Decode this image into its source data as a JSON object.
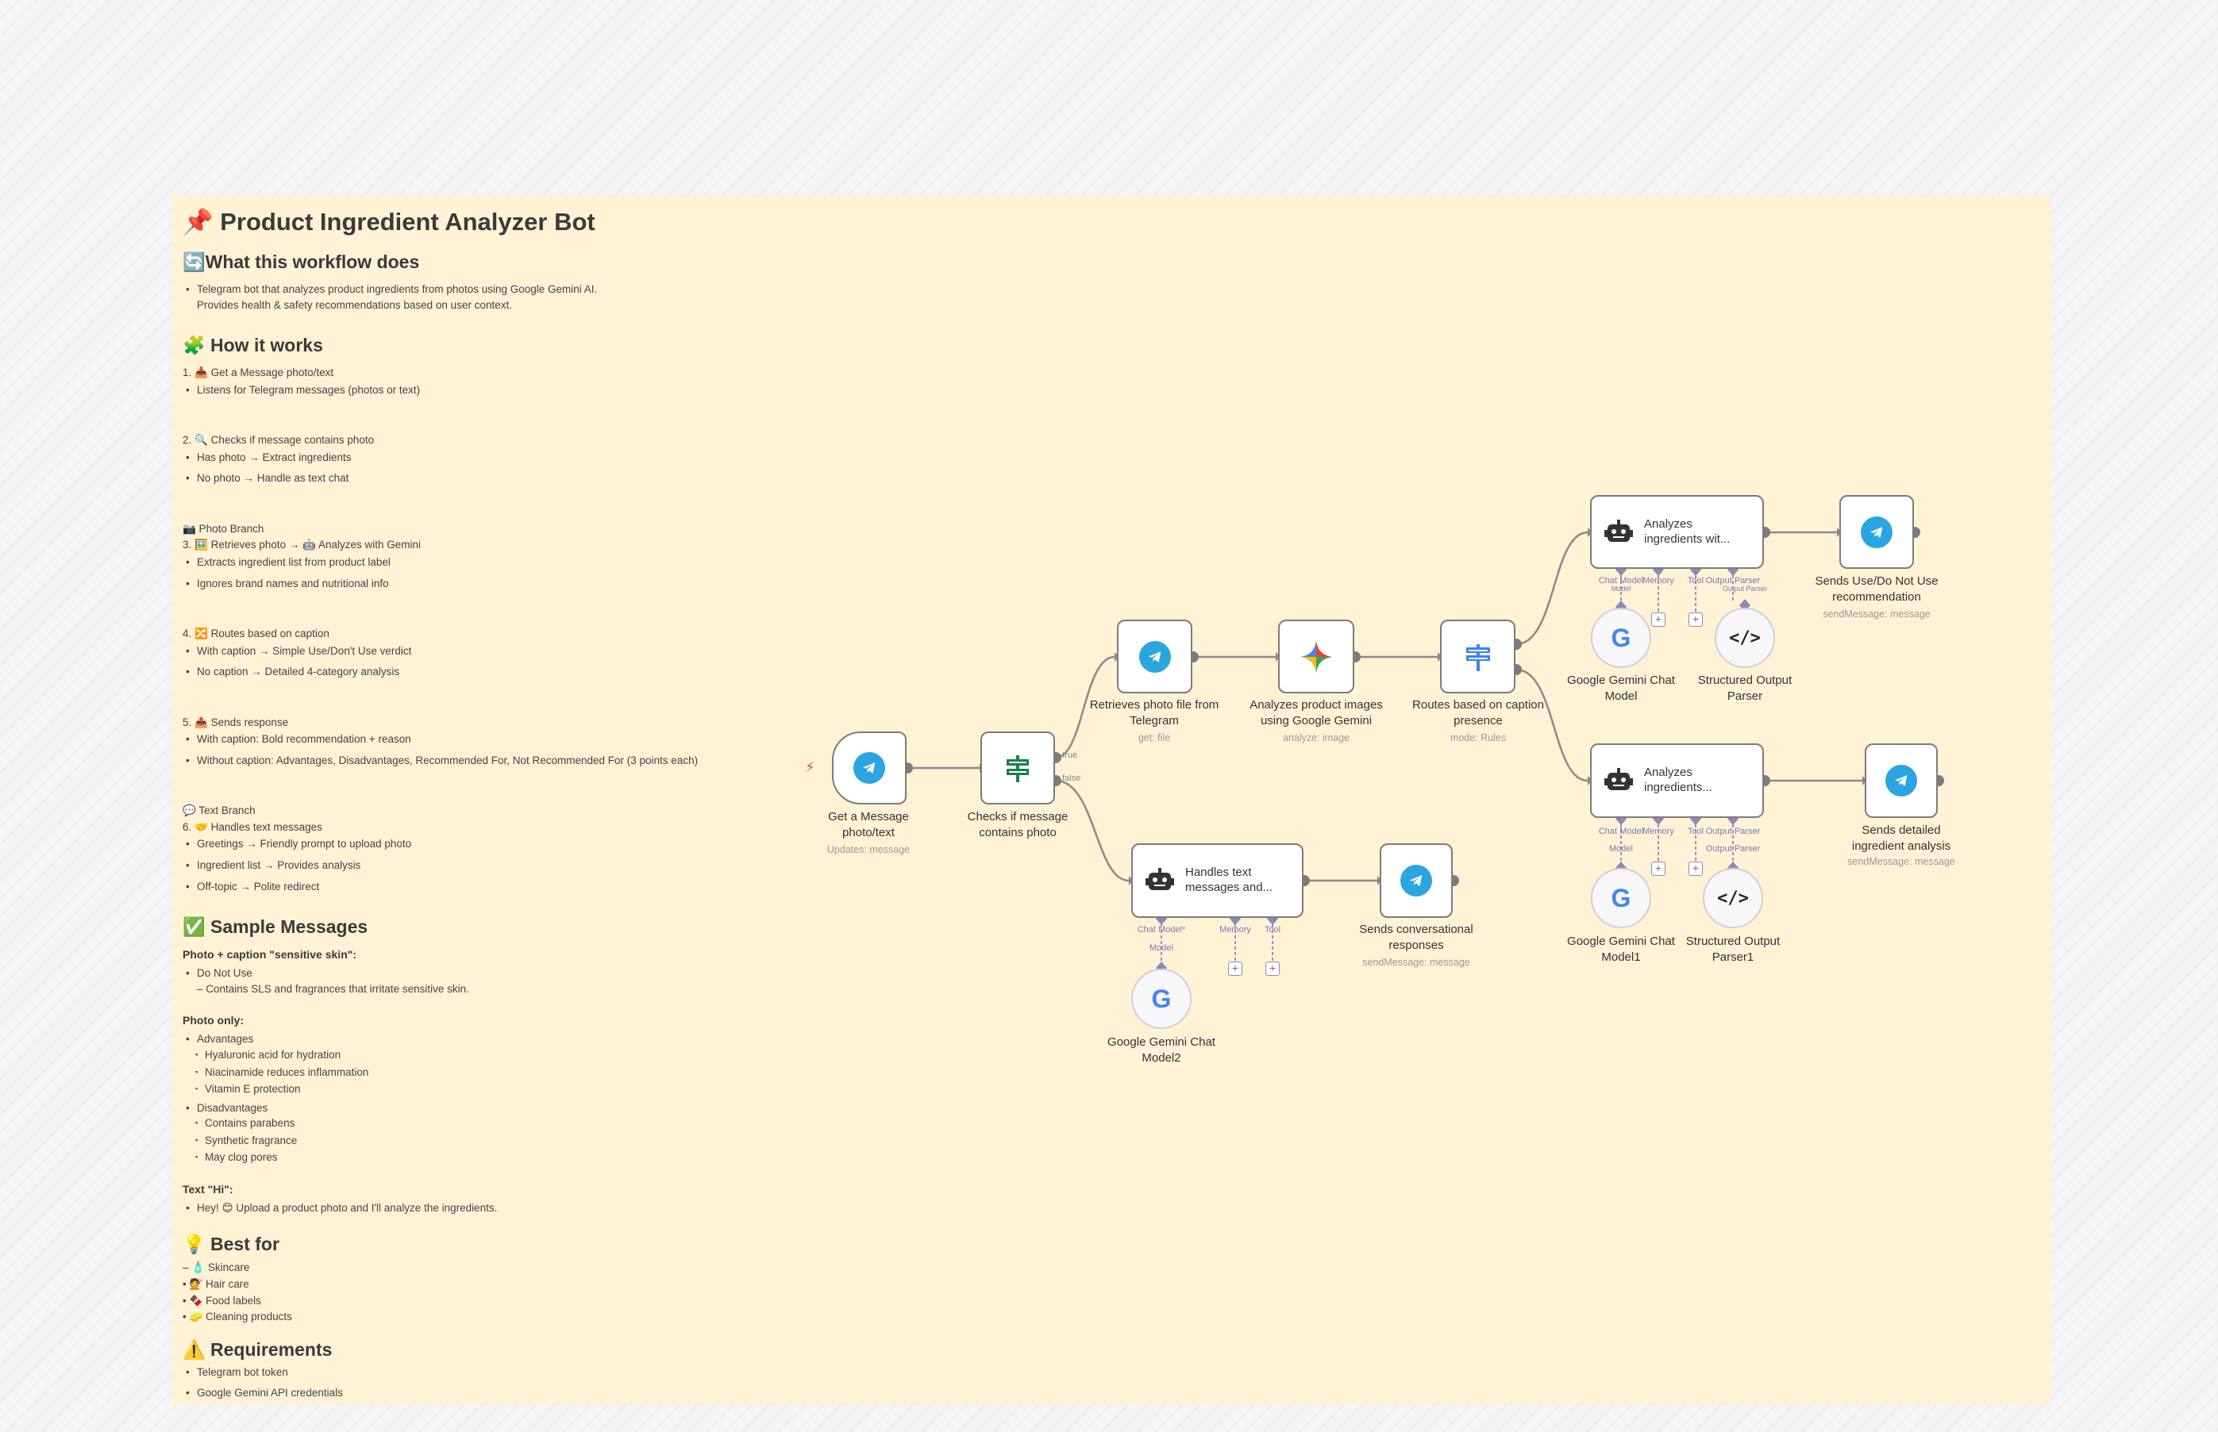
{
  "note": {
    "title": "📌 Product Ingredient Analyzer Bot",
    "what_heading": "🔄What this workflow does",
    "what_lines": [
      "Telegram bot that analyzes product ingredients from photos using Google Gemini AI.",
      "Provides health & safety recommendations based on user context."
    ],
    "how_heading": "🧩 How it works",
    "step1": {
      "title": "1. 📥 Get a Message photo/text",
      "items": [
        "Listens for Telegram messages (photos or text)"
      ]
    },
    "step2": {
      "title": "2. 🔍 Checks if message contains photo",
      "items": [
        "Has photo → Extract ingredients",
        "No photo → Handle as text chat"
      ]
    },
    "photo_branch": "📷 Photo Branch",
    "step3": {
      "title": "3. 🖼️ Retrieves photo → 🤖 Analyzes with Gemini",
      "items": [
        "Extracts ingredient list from product label",
        "Ignores brand names and nutritional info"
      ]
    },
    "step4": {
      "title": "4. 🔀 Routes based on caption",
      "items": [
        "With caption → Simple Use/Don't Use verdict",
        "No caption → Detailed 4-category analysis"
      ]
    },
    "step5": {
      "title": "5. 📤 Sends response",
      "items": [
        "With caption: Bold recommendation + reason",
        "Without caption: Advantages, Disadvantages, Recommended For, Not Recommended For (3 points each)"
      ]
    },
    "text_branch": "💬 Text Branch",
    "step6": {
      "title": "6. 🤝 Handles text messages",
      "items": [
        "Greetings → Friendly prompt to upload photo",
        "Ingredient list → Provides analysis",
        "Off-topic → Polite redirect"
      ]
    },
    "sample_heading": "✅ Sample Messages",
    "sample1_title": "Photo + caption \"sensitive skin\":",
    "sample1_items": [
      "Do Not Use",
      "– Contains SLS and fragrances that irritate sensitive skin."
    ],
    "sample2_title": "Photo only:",
    "sample2_adv": "Advantages",
    "sample2_adv_items": [
      "Hyaluronic acid for hydration",
      "Niacinamide reduces inflammation",
      "Vitamin E protection"
    ],
    "sample2_dis": "Disadvantages",
    "sample2_dis_items": [
      "Contains parabens",
      "Synthetic fragrance",
      "May clog pores"
    ],
    "sample3_title": "Text \"Hi\":",
    "sample3_items": [
      "Hey! 😊 Upload a product photo and I'll analyze the ingredients."
    ],
    "best_heading": "💡 Best for",
    "best_items": [
      "– 🧴 Skincare",
      "• 💇 Hair care",
      "• 🍫 Food labels",
      "• 🧽 Cleaning products"
    ],
    "req_heading": "⚠️ Requirements",
    "req_items": [
      "Telegram bot token",
      "Google Gemini API credentials"
    ]
  },
  "nodes": {
    "trigger": {
      "label": "Get a Message\nphoto/text",
      "sub": "Updates: message",
      "icon": "telegram-icon"
    },
    "if_photo": {
      "label": "Checks if message\ncontains photo",
      "icon": "signpost-icon",
      "true_label": "true",
      "false_label": "false"
    },
    "get_file": {
      "label": "Retrieves photo file from\nTelegram",
      "sub": "get: file",
      "icon": "telegram-icon"
    },
    "gemini_analyze": {
      "label": "Analyzes product images\nusing Google Gemini",
      "sub": "analyze: image",
      "icon": "gemini-sparkle-icon"
    },
    "switch": {
      "label": "Routes based on caption\npresence",
      "sub": "mode: Rules",
      "icon": "signpost-icon"
    },
    "agent1": {
      "label": "Analyzes\ningredients wit...",
      "icon": "robot-icon"
    },
    "send1": {
      "label": "Sends Use/Do Not Use\nrecommendation",
      "sub": "sendMessage: message",
      "icon": "telegram-icon"
    },
    "gemini_chat1": {
      "label": "Google Gemini Chat\nModel",
      "icon": "google-icon"
    },
    "parser1": {
      "label": "Structured Output\nParser",
      "icon": "code-icon"
    },
    "agent2": {
      "label": "Analyzes\ningredients...",
      "icon": "robot-icon"
    },
    "send2": {
      "label": "Sends detailed\ningredient analysis",
      "sub": "sendMessage: message",
      "icon": "telegram-icon"
    },
    "gemini_chat2": {
      "label": "Google Gemini Chat\nModel1",
      "icon": "google-icon"
    },
    "parser2": {
      "label": "Structured Output\nParser1",
      "icon": "code-icon"
    },
    "agent3": {
      "label": "Handles text\nmessages and...",
      "icon": "robot-icon"
    },
    "send3": {
      "label": "Sends conversational\nresponses",
      "sub": "sendMessage: message",
      "icon": "telegram-icon"
    },
    "gemini_chat3": {
      "label": "Google Gemini Chat\nModel2",
      "icon": "google-icon"
    }
  },
  "ports": {
    "chat_model": "Chat Model",
    "memory": "Memory",
    "tool": "Tool",
    "output_parser": "Output Parser",
    "chat_model_req": "Chat Model*",
    "model": "Model"
  },
  "colors": {
    "sticky": "#fff2d5",
    "telegram": "#2aa5e0",
    "edge": "#8a8a8a",
    "sub_port": "#7a7ab0",
    "if_green": "#1a7f4b",
    "switch_blue": "#3b82f6"
  }
}
